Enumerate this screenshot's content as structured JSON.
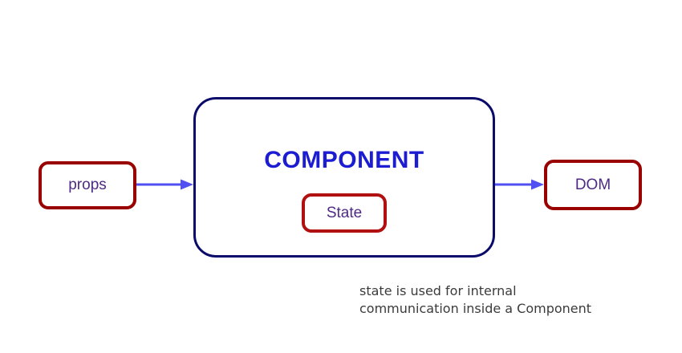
{
  "diagram": {
    "props_box": {
      "label": "props"
    },
    "component_box": {
      "title": "COMPONENT"
    },
    "state_box": {
      "label": "State"
    },
    "dom_box": {
      "label": "DOM"
    },
    "caption": {
      "line1": "state is used for internal",
      "line2": "communication inside a Component"
    }
  },
  "theme": {
    "component_border": "#0a0a6b",
    "box_border_red": "#990000",
    "state_border_red": "#b11010",
    "component_title_blue": "#1c1cd2",
    "label_purple": "#4e2a84",
    "arrow_blue": "#5050f2",
    "caption_gray": "#3b3b3b",
    "background": "#ffffff"
  }
}
